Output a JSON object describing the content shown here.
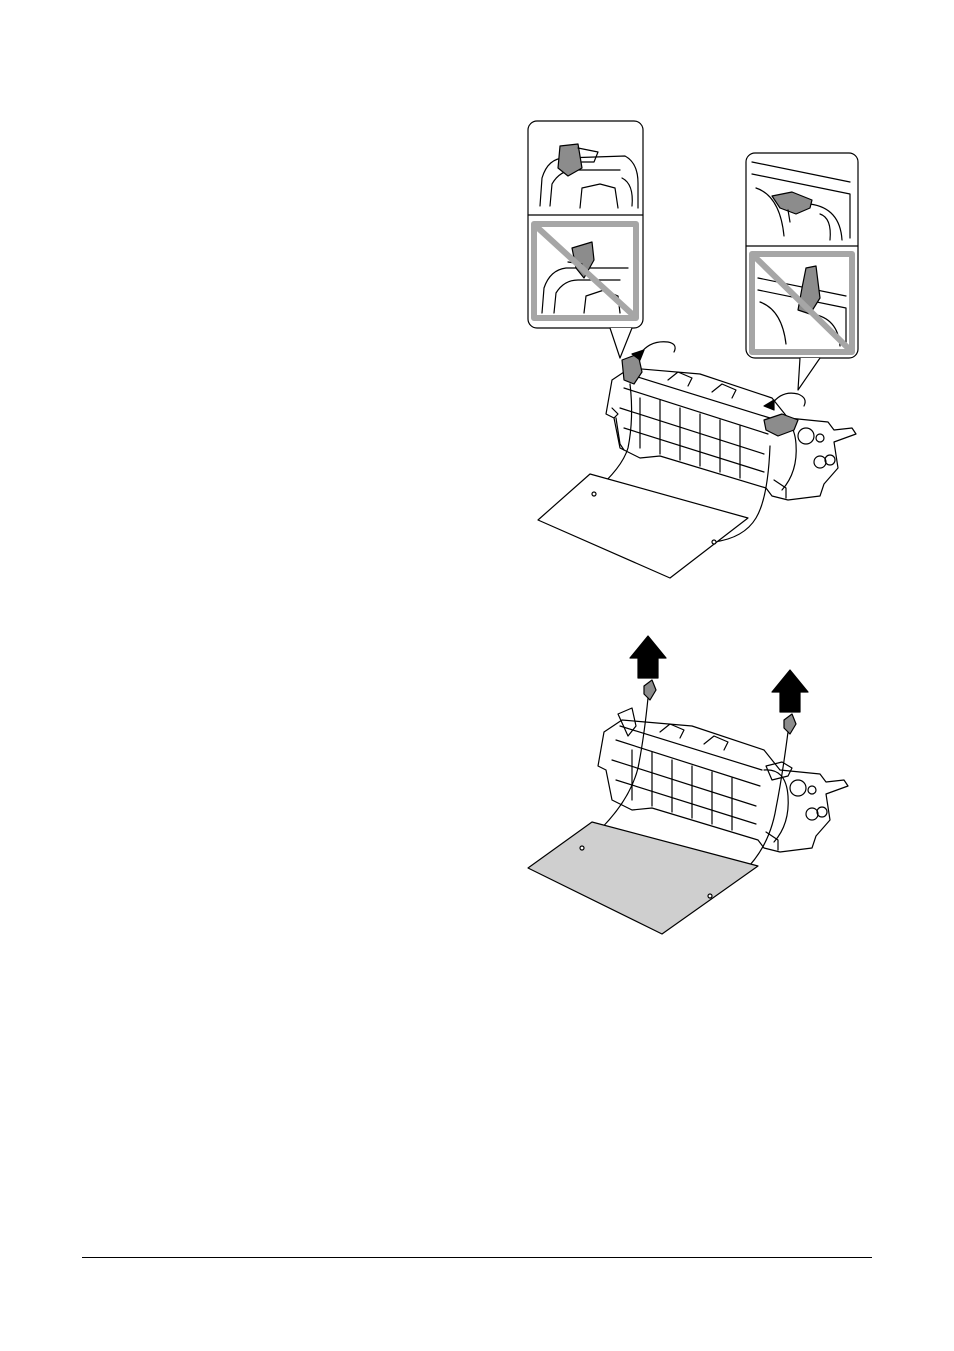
{
  "page": {
    "figures": [
      {
        "description_id": "fuser-levers-down",
        "insets": [
          "correct-left",
          "incorrect-left",
          "correct-right",
          "incorrect-right"
        ]
      },
      {
        "description_id": "remove-paper-spacers"
      }
    ]
  },
  "colors": {
    "line": "#000000",
    "part_gray": "#8c8c8c",
    "prohibit_gray": "#a6a6a6",
    "sheet_gray": "#cfcfcf"
  }
}
